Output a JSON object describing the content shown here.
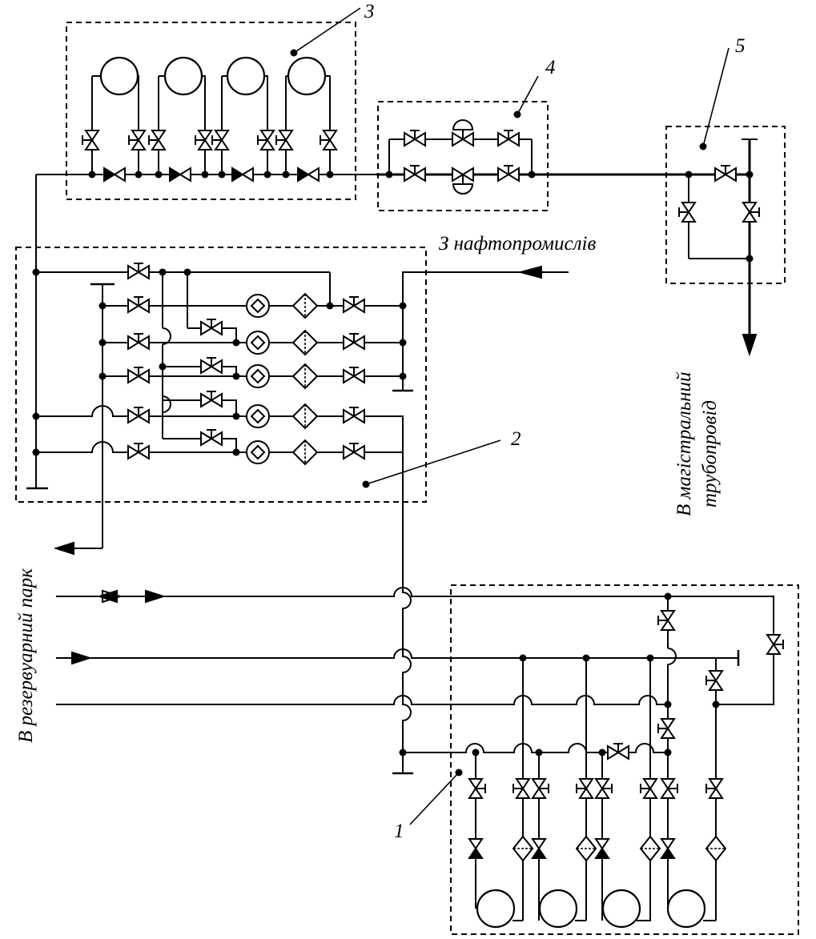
{
  "labels": {
    "n1": "1",
    "n2": "2",
    "n3": "3",
    "n4": "4",
    "n5": "5",
    "from_fields": "З нафтопромислів",
    "to_tank_park": "В резервуарний парк",
    "to_pipeline_line1": "В магістральний",
    "to_pipeline_line2": "трубопровід"
  },
  "style": {
    "line_color": "#000000",
    "background": "#ffffff"
  }
}
